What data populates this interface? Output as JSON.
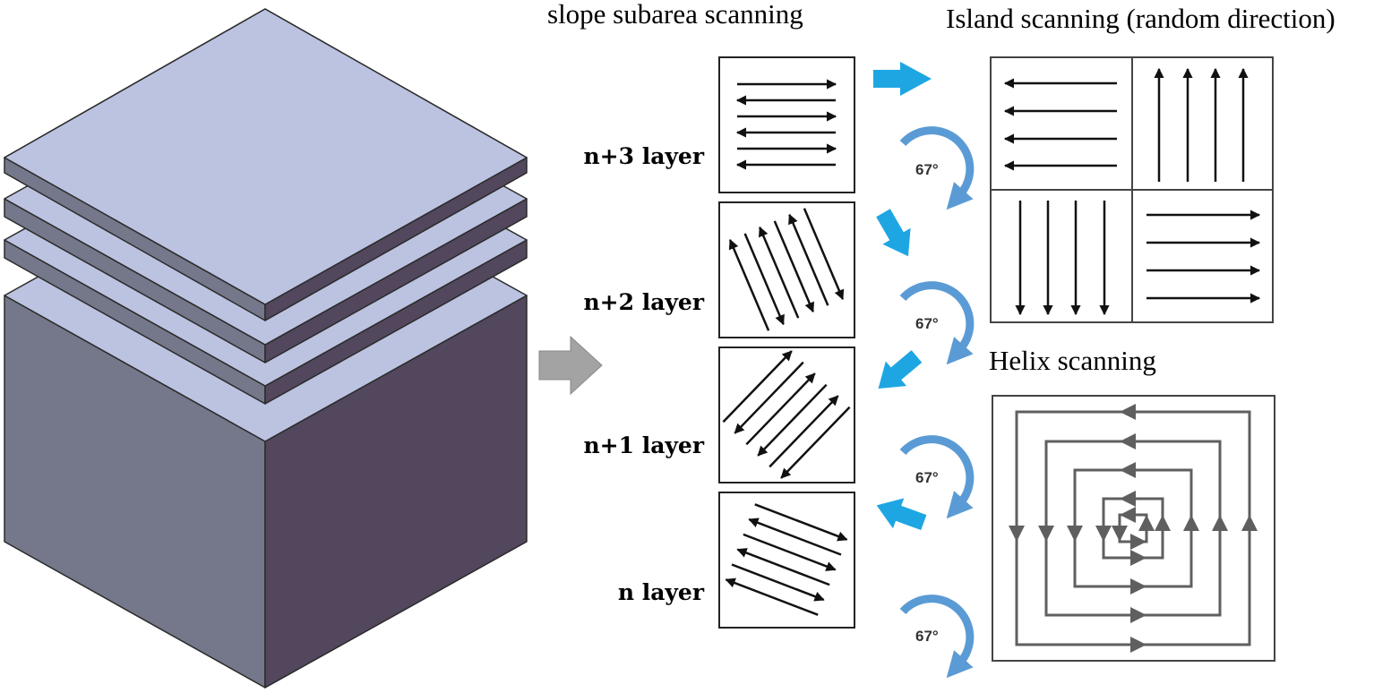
{
  "titles": {
    "slope": "slope subarea scanning",
    "island": "Island scanning (random direction)",
    "helix": "Helix scanning"
  },
  "layers": [
    {
      "label": "n+3 layer",
      "angle_deg": 0
    },
    {
      "label": "n+2 layer",
      "angle_deg": 67
    },
    {
      "label": "n+1 layer",
      "angle_deg": 134
    },
    {
      "label": "n layer",
      "angle_deg": 201
    }
  ],
  "rotation_labels": [
    "67°",
    "67°",
    "67°",
    "67°"
  ],
  "colors": {
    "cube_top": "#bcc3e1",
    "cube_left": "#74788a",
    "cube_right": "#52475d",
    "blue_arrow": "#1ea6e3",
    "rotate_arrow": "#5b9bd5",
    "grey_arrow": "#a0a0a0",
    "helix": "#5f5f5f"
  }
}
